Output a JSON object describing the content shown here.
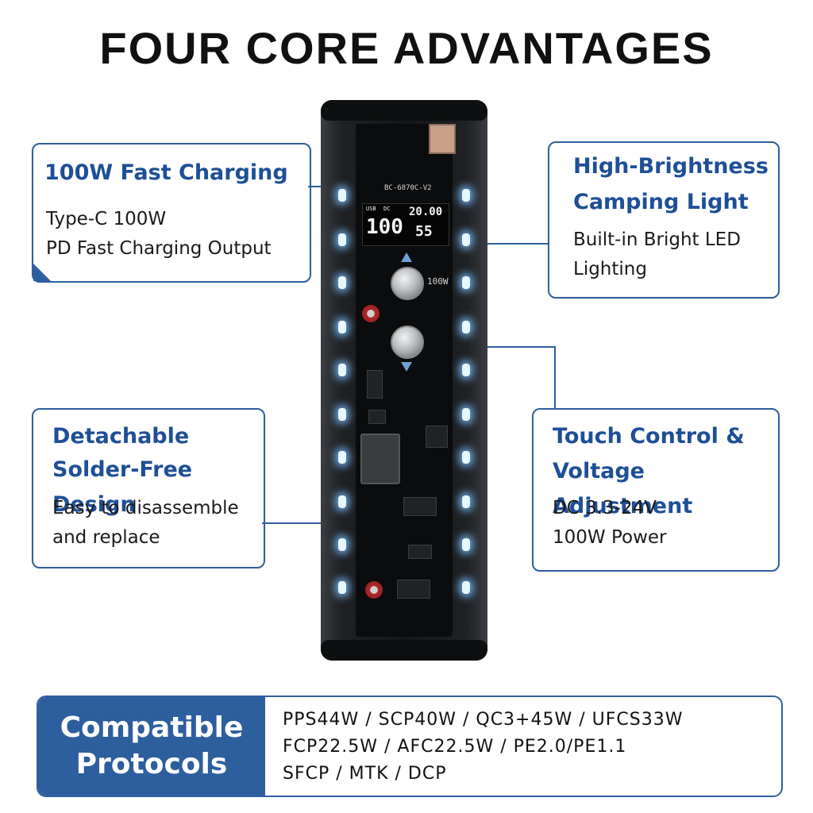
{
  "title": "FOUR CORE ADVANTAGES",
  "features": {
    "fast_charging": {
      "heading": "100W Fast Charging",
      "lines": [
        "Type-C 100W",
        "PD Fast Charging Output"
      ]
    },
    "camping_light": {
      "heading_lines": [
        "High-Brightness",
        "Camping Light"
      ],
      "lines": [
        "Built-in Bright LED",
        "Lighting"
      ]
    },
    "detachable": {
      "heading_lines": [
        "Detachable",
        "Solder-Free Design"
      ],
      "lines": [
        "Easy to disassemble",
        "and replace"
      ]
    },
    "touch_control": {
      "heading_lines": [
        "Touch Control &",
        "Voltage Adjustment"
      ],
      "lines": [
        "DC 3.3-24V",
        "100W Power"
      ]
    }
  },
  "device": {
    "board_label": "BC-6870C-V2",
    "display_top": "20.00",
    "display_left": "100",
    "display_bottom": "55",
    "power_label": "100W",
    "display_units": [
      "USB",
      "DC"
    ]
  },
  "protocols": {
    "label_lines": [
      "Compatible",
      "Protocols"
    ],
    "lines": [
      "PPS44W / SCP40W / QC3+45W / UFCS33W",
      "FCP22.5W  / AFC22.5W / PE2.0/PE1.1",
      "SFCP / MTK / DCP"
    ]
  },
  "colors": {
    "accent": "#2f5fa0",
    "heading": "#1e4f97",
    "protocol_label_bg": "#2d5e9e",
    "led_glow": "#78beff"
  }
}
